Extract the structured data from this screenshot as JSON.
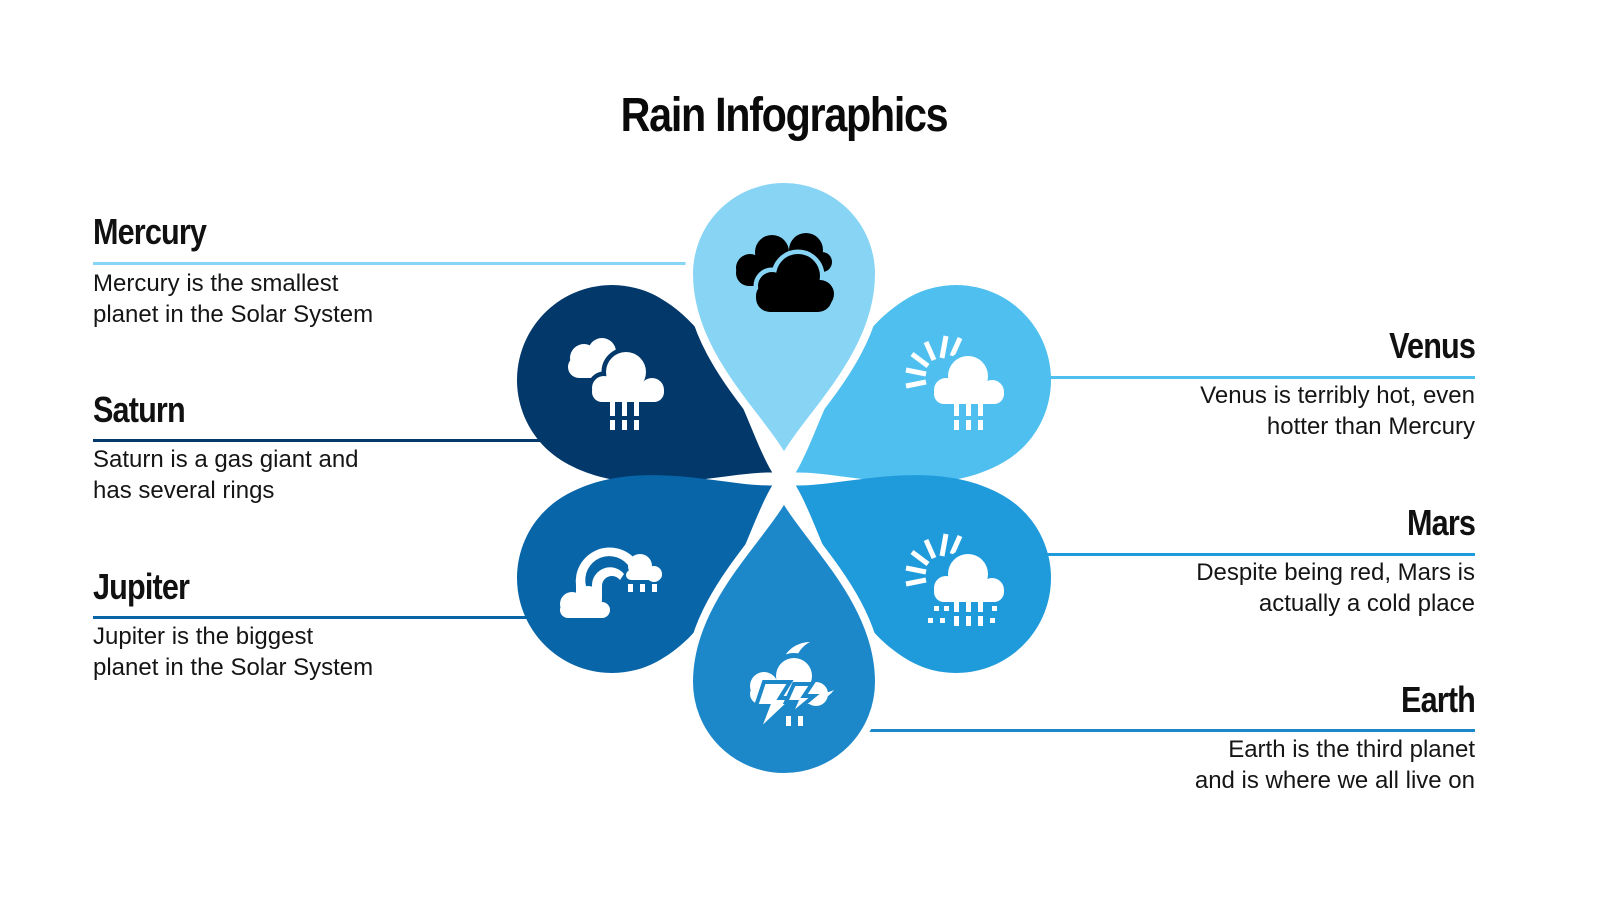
{
  "title": "Rain Infographics",
  "colors": {
    "mercury": "#87D4F5",
    "saturn": "#03386B",
    "jupiter": "#0765A8",
    "venus": "#4FBFF0",
    "mars": "#1F9BDC",
    "earth": "#1C88C9"
  },
  "items": {
    "mercury": {
      "name": "Mercury",
      "description": "Mercury is the smallest\nplanet in the Solar System",
      "icon": "cloudy-icon"
    },
    "saturn": {
      "name": "Saturn",
      "description": "Saturn is a gas giant and\nhas several rings",
      "icon": "cloud-rain-icon"
    },
    "jupiter": {
      "name": "Jupiter",
      "description": "Jupiter is the biggest\nplanet in the Solar System",
      "icon": "rainbow-rain-icon"
    },
    "venus": {
      "name": "Venus",
      "description": "Venus is terribly hot, even\nhotter than Mercury",
      "icon": "sun-cloud-rain-icon"
    },
    "mars": {
      "name": "Mars",
      "description": "Despite being red, Mars is\nactually a cold place",
      "icon": "sun-cloud-sleet-icon"
    },
    "earth": {
      "name": "Earth",
      "description": "Earth is the third planet\nand is where we all live on",
      "icon": "moon-thunderstorm-icon"
    }
  }
}
